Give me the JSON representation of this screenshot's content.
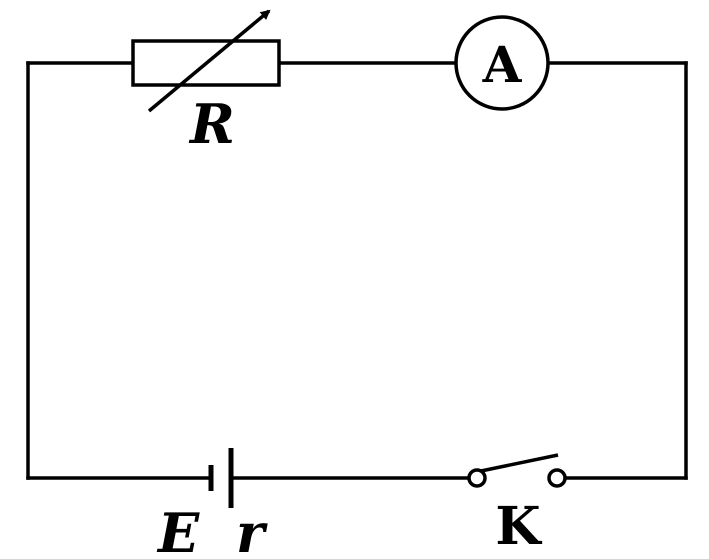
{
  "diagram": {
    "resistor_label": "R",
    "ammeter_label": "A",
    "emf_label": "E",
    "internal_resistance_label": "r",
    "switch_label": "K"
  }
}
